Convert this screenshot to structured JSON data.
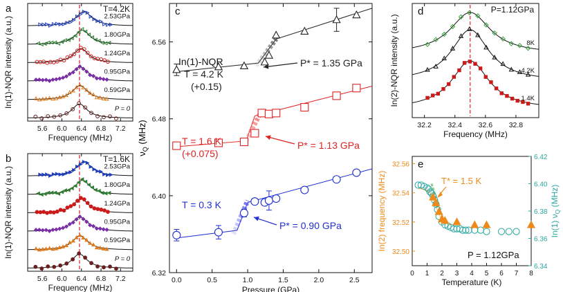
{
  "colors": {
    "p0": "#6b1f1f",
    "p059": "#e07b1f",
    "p095": "#7b2fa8",
    "p124": "#cc1a1a",
    "p180": "#2e7d32",
    "p253": "#1f3fbf",
    "dash": "#e02020",
    "k42": "#222222",
    "k16": "#dd2222",
    "k03": "#1f2fd0",
    "teal": "#2aa6a0",
    "orange": "#ee8a1a",
    "green": "#35a13c"
  },
  "chart_data": [
    {
      "panel_label": "a",
      "type": "line",
      "title": "T=4.2K",
      "xlabel": "Frequency (MHz)",
      "ylabel": "In(1)-NQR intensity (a.u.)",
      "xlim": [
        5.3,
        7.45
      ],
      "xticks": [
        "5.6",
        "6.0",
        "6.4",
        "6.8",
        "7.2"
      ],
      "dashed_line_x": 6.36,
      "series": [
        {
          "name": "P = 0",
          "center": 6.36,
          "width": 0.19
        },
        {
          "name": "0.59GPa",
          "center": 6.37,
          "width": 0.19
        },
        {
          "name": "0.95GPa",
          "center": 6.37,
          "width": 0.21
        },
        {
          "name": "1.24GPa",
          "center": 6.39,
          "width": 0.19
        },
        {
          "name": "1.80GPa",
          "center": 6.42,
          "width": 0.19
        },
        {
          "name": "2.53GPa",
          "center": 6.45,
          "width": 0.2
        }
      ]
    },
    {
      "panel_label": "b",
      "type": "line",
      "title": "T=1.6K",
      "xlabel": "Frequency (MHz)",
      "ylabel": "In(1)-NQR intensity (a.u.)",
      "xlim": [
        5.3,
        7.45
      ],
      "xticks": [
        "5.6",
        "6.0",
        "6.4",
        "6.8",
        "7.2"
      ],
      "dashed_line_x": 6.36,
      "series": [
        {
          "name": "P = 0",
          "center": 6.36,
          "width": 0.19
        },
        {
          "name": "0.59GPa",
          "center": 6.37,
          "width": 0.19
        },
        {
          "name": "0.95GPa",
          "center": 6.37,
          "width": 0.21
        },
        {
          "name": "1.24GPa",
          "center": 6.39,
          "width": 0.19
        },
        {
          "name": "1.80GPa",
          "center": 6.42,
          "width": 0.19
        },
        {
          "name": "2.53GPa",
          "center": 6.45,
          "width": 0.2
        }
      ]
    },
    {
      "panel_label": "c",
      "type": "scatter",
      "xlabel": "Pressure (GPa)",
      "ylabel": "ν",
      "ylabel_sub": "Q",
      "ylabel_unit": " (MHz)",
      "xlim": [
        -0.1,
        2.75
      ],
      "ylim": [
        6.32,
        6.6
      ],
      "xticks": [
        "0.0",
        "0.5",
        "1.0",
        "1.5",
        "2.0",
        "2.5"
      ],
      "yticks": [
        "6.32",
        "6.40",
        "6.48",
        "6.56"
      ],
      "series": [
        {
          "name": "T = 4.2 K",
          "x": [
            0.0,
            0.59,
            0.95,
            1.24,
            1.3,
            1.4,
            1.8,
            2.25,
            2.53
          ],
          "y": [
            6.531,
            6.534,
            6.535,
            6.539,
            6.546,
            6.567,
            6.571,
            6.583,
            6.588
          ],
          "error_x": [
            0.0,
            2.25
          ],
          "error_y": [
            0.006,
            0.012
          ],
          "fit": {
            "x": [
              0.0,
              1.15,
              1.4,
              2.75
            ],
            "y": [
              6.529,
              6.538,
              6.563,
              6.595
            ]
          },
          "transition_x": [
            1.12,
            1.4
          ],
          "transition_y": [
            6.535,
            6.563
          ]
        },
        {
          "name": "T = 1.6 K",
          "x": [
            0.0,
            0.59,
            0.95,
            1.1,
            1.2,
            1.3,
            1.4,
            1.8,
            2.25,
            2.53
          ],
          "y": [
            6.452,
            6.455,
            6.456,
            6.465,
            6.486,
            6.485,
            6.486,
            6.492,
            6.504,
            6.512
          ],
          "error_x": [
            0.59
          ],
          "error_y": [
            0.003
          ],
          "fit": {
            "x": [
              0.0,
              0.98,
              1.1,
              2.75
            ],
            "y": [
              6.451,
              6.457,
              6.483,
              6.514
            ]
          },
          "transition_x": [
            0.95,
            1.2
          ],
          "transition_y": [
            6.453,
            6.489
          ]
        },
        {
          "name": "T = 0.3 K",
          "x": [
            0.0,
            0.59,
            0.95,
            1.1,
            1.24,
            1.3,
            1.4,
            1.8,
            2.25,
            2.53
          ],
          "y": [
            6.359,
            6.362,
            6.382,
            6.394,
            6.393,
            6.395,
            6.397,
            6.406,
            6.417,
            6.424
          ],
          "error_x": [
            0.0,
            0.59,
            0.95,
            1.3
          ],
          "error_y": [
            0.006,
            0.007,
            0.004,
            0.01
          ],
          "fit": {
            "x": [
              0.0,
              0.85,
              1.0,
              2.75
            ],
            "y": [
              6.356,
              6.364,
              6.393,
              6.428
            ]
          },
          "transition_x": [
            0.8,
            1.0
          ],
          "transition_y": [
            6.36,
            6.395
          ]
        }
      ],
      "annotations": {
        "title": "In(1)-NQR",
        "t42": "T = 4.2 K",
        "t42_offset": "(+0.15)",
        "p42": "P* = 1.35 GPa",
        "t16": "T = 1.6 K",
        "t16_offset": "(+0.075)",
        "p16": "P* = 1.13 GPa",
        "t03": "T = 0.3 K",
        "p03": "P* = 0.90 GPa"
      }
    },
    {
      "panel_label": "d",
      "type": "line",
      "title": "P=1.12GPa",
      "xlabel": "Frequency (MHz)",
      "ylabel": "In(2)-NQR intensity (a.u.)",
      "xlim": [
        32.12,
        32.95
      ],
      "xticks": [
        "32.2",
        "32.4",
        "32.6",
        "32.8"
      ],
      "dashed_line_x": 32.5,
      "series": [
        {
          "name": "1.4K",
          "center": 32.5,
          "width": 0.15
        },
        {
          "name": "4.2K",
          "center": 32.5,
          "width": 0.15
        },
        {
          "name": "8K",
          "center": 32.5,
          "width": 0.16
        }
      ]
    },
    {
      "panel_label": "e",
      "type": "scatter",
      "xlabel": "Temperature (K)",
      "ylabel_left": "In(2) frequency (MHz)",
      "ylabel_right": "In(1) ν",
      "ylabel_right_sub": "Q",
      "ylabel_right_unit": " (MHz)",
      "xlim": [
        0,
        8
      ],
      "ylim_left": [
        32.49,
        32.565
      ],
      "ylim_right": [
        6.34,
        6.42
      ],
      "xticks": [
        "0",
        "1",
        "2",
        "3",
        "4",
        "5",
        "6",
        "7",
        "8"
      ],
      "yticks_left": [
        "32.50",
        "32.52",
        "32.54",
        "32.56"
      ],
      "yticks_right": [
        "6.34",
        "6.36",
        "6.38",
        "6.40",
        "6.42"
      ],
      "series": [
        {
          "name": "In(2) frequency",
          "axis": "left",
          "x": [
            1.4,
            1.6,
            1.8,
            2.0,
            2.2,
            3.0,
            4.2,
            5.0,
            8.0
          ],
          "y": [
            32.537,
            32.533,
            32.527,
            32.522,
            32.521,
            32.52,
            32.518,
            32.518,
            32.518
          ]
        },
        {
          "name": "In(1) νQ",
          "axis": "right",
          "x": [
            0.4,
            0.6,
            0.8,
            1.0,
            1.1,
            1.2,
            1.3,
            1.4,
            1.5,
            1.6,
            1.7,
            1.8,
            2.0,
            2.2,
            2.4,
            2.6,
            2.8,
            3.0,
            3.2,
            3.4,
            3.6,
            3.8,
            4.2,
            4.6,
            5.0,
            6.0,
            6.5,
            7.0
          ],
          "y": [
            6.399,
            6.399,
            6.398,
            6.397,
            6.396,
            6.394,
            6.393,
            6.391,
            6.388,
            6.385,
            6.381,
            6.376,
            6.372,
            6.37,
            6.369,
            6.368,
            6.367,
            6.367,
            6.367,
            6.366,
            6.366,
            6.366,
            6.366,
            6.366,
            6.365,
            6.365,
            6.365,
            6.365
          ]
        }
      ],
      "annotations": {
        "tstar": "T* = 1.5 K",
        "pressure": "P = 1.12GPa"
      }
    }
  ]
}
